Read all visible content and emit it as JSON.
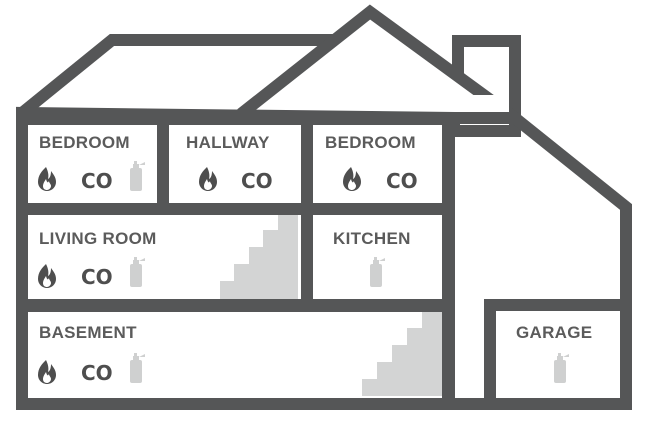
{
  "colors": {
    "wall": "#555657",
    "stairs": "#d3d4d4",
    "flame": "#4e4e4e",
    "extinguisher": "#cfd0d0",
    "background": "#ffffff"
  },
  "icons": {
    "smoke": "flame-icon",
    "co": "co-text",
    "extinguisher": "fire-extinguisher-icon"
  },
  "rooms": {
    "bedroom_left": {
      "label": "BEDROOM",
      "co_text": "CO"
    },
    "hallway": {
      "label": "HALLWAY",
      "co_text": "CO"
    },
    "bedroom_right": {
      "label": "BEDROOM",
      "co_text": "CO"
    },
    "living_room": {
      "label": "LIVING ROOM",
      "co_text": "CO"
    },
    "kitchen": {
      "label": "KITCHEN"
    },
    "basement": {
      "label": "BASEMENT",
      "co_text": "CO"
    },
    "garage": {
      "label": "GARAGE"
    }
  }
}
